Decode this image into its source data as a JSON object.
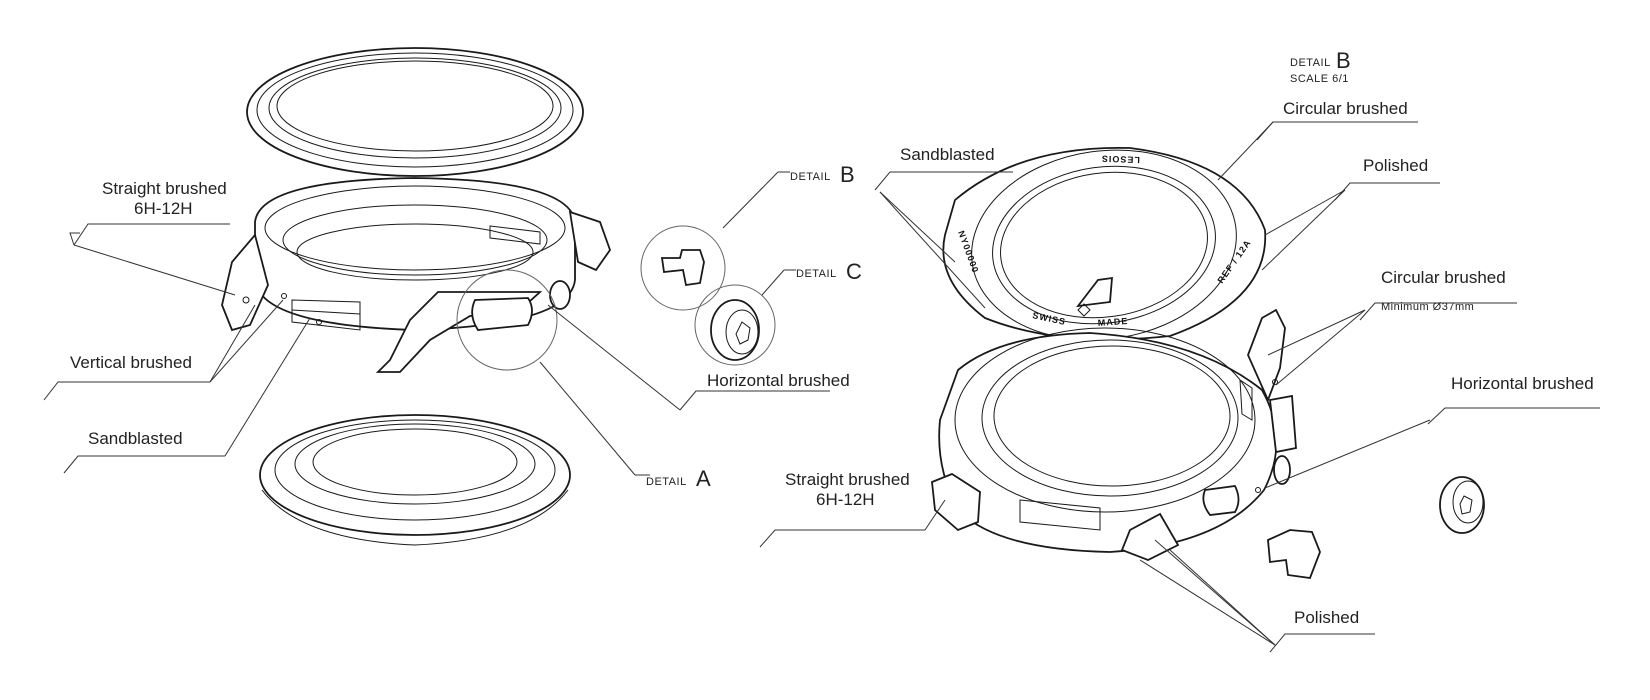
{
  "labels": {
    "left_straight_brushed": "Straight brushed",
    "left_straight_brushed_sub": "6H-12H",
    "left_vertical_brushed": "Vertical brushed",
    "left_sandblasted": "Sandblasted",
    "left_horizontal_brushed": "Horizontal brushed",
    "detail_word": "DETAIL",
    "detail_a": "A",
    "detail_b": "B",
    "detail_c": "C",
    "header_detail_word": "DETAIL",
    "header_detail_letter": "B",
    "header_scale": "SCALE 6/1",
    "right_circular_brushed_top": "Circular brushed",
    "right_sandblasted": "Sandblasted",
    "right_polished_top": "Polished",
    "right_circular_brushed_mid": "Circular brushed",
    "right_circular_brushed_mid_sub": "Minimum Ø37mm",
    "right_horizontal_brushed": "Horizontal brushed",
    "right_straight_brushed": "Straight brushed",
    "right_straight_brushed_sub": "6H-12H",
    "right_polished_bottom": "Polished"
  },
  "engraving": {
    "swiss": "SWISS",
    "made": "MADE",
    "ref": "REF / 12A",
    "serial": "NY00000",
    "brand": "LESOIS"
  },
  "colors": {
    "line": "#1a1a1a",
    "text": "#222222",
    "background": "#ffffff"
  }
}
